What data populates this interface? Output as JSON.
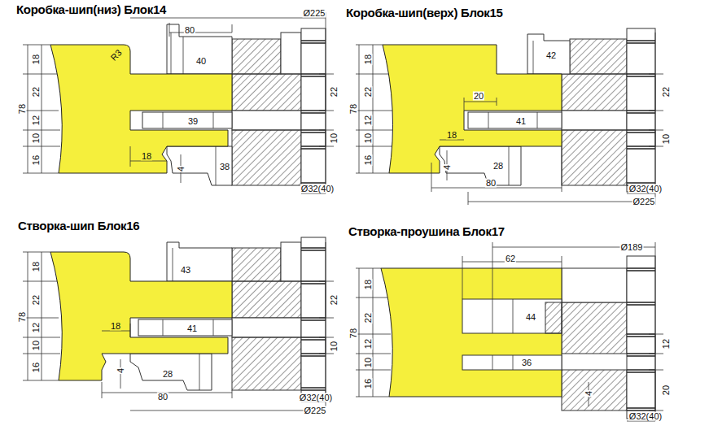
{
  "diagram": {
    "labels": [
      "Коробка-шип(низ) Блок14",
      "80",
      "Ø225",
      "R3",
      "40",
      "18",
      "22",
      "12",
      "10",
      "16",
      "78",
      "22",
      "10",
      "39",
      "18",
      "4",
      "38",
      "Ø32(40)",
      "Коробка-шип(верх) Блок15",
      "42",
      "18",
      "22",
      "12",
      "10",
      "16",
      "78",
      "20",
      "22",
      "41",
      "18",
      "10",
      "4",
      "28",
      "80",
      "Ø32(40)",
      "Ø225",
      "Створка-шип Блок16",
      "43",
      "18",
      "22",
      "12",
      "10",
      "16",
      "78",
      "22",
      "18",
      "41",
      "10",
      "4",
      "28",
      "80",
      "Ø32(40)",
      "Ø225",
      "Створка-проушина Блок17",
      "Ø189",
      "62",
      "18",
      "22",
      "12",
      "10",
      "16",
      "78",
      "44",
      "12",
      "36",
      "4",
      "20",
      "Ø32(40)"
    ]
  }
}
